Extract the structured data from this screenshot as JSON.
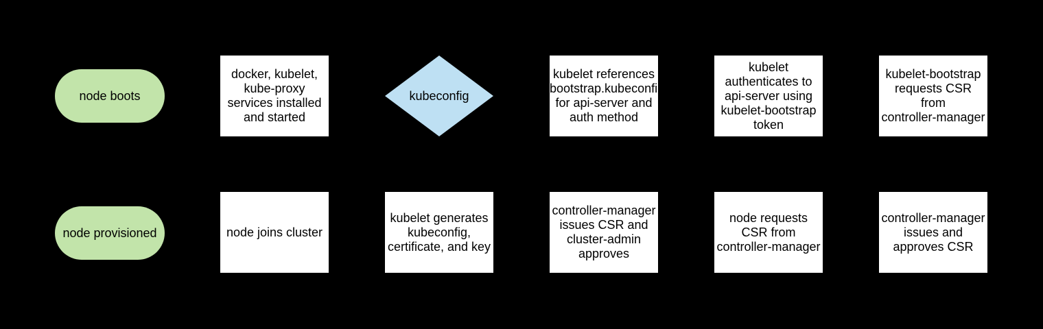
{
  "diagram": {
    "background_color": "#000000",
    "text_color": "#000000",
    "shape_colors": {
      "terminator_fill": "#c2e4aa",
      "decision_fill": "#bee0f3",
      "process_fill": "#ffffff"
    },
    "rows": [
      {
        "nodes": [
          {
            "type": "terminator",
            "label": "node boots"
          },
          {
            "type": "process",
            "label": "docker, kubelet,\nkube-proxy\nservices installed\nand started"
          },
          {
            "type": "decision",
            "label": "kubeconfig"
          },
          {
            "type": "process",
            "label": "kubelet references\nbootstrap.kubeconfig\nfor api-server and\nauth method"
          },
          {
            "type": "process",
            "label": "kubelet\nauthenticates to\napi-server using\nkubelet-bootstrap\ntoken"
          },
          {
            "type": "process",
            "label": "kubelet-bootstrap\nrequests CSR\nfrom\ncontroller-manager"
          }
        ]
      },
      {
        "nodes": [
          {
            "type": "terminator",
            "label": "node provisioned"
          },
          {
            "type": "process",
            "label": "node joins cluster"
          },
          {
            "type": "process",
            "label": "kubelet generates\nkubeconfig,\ncertificate, and key"
          },
          {
            "type": "process",
            "label": "controller-manager\nissues CSR and\ncluster-admin\napproves"
          },
          {
            "type": "process",
            "label": "node requests\nCSR from\ncontroller-manager"
          },
          {
            "type": "process",
            "label": "controller-manager\nissues and\napproves CSR"
          }
        ]
      }
    ]
  }
}
